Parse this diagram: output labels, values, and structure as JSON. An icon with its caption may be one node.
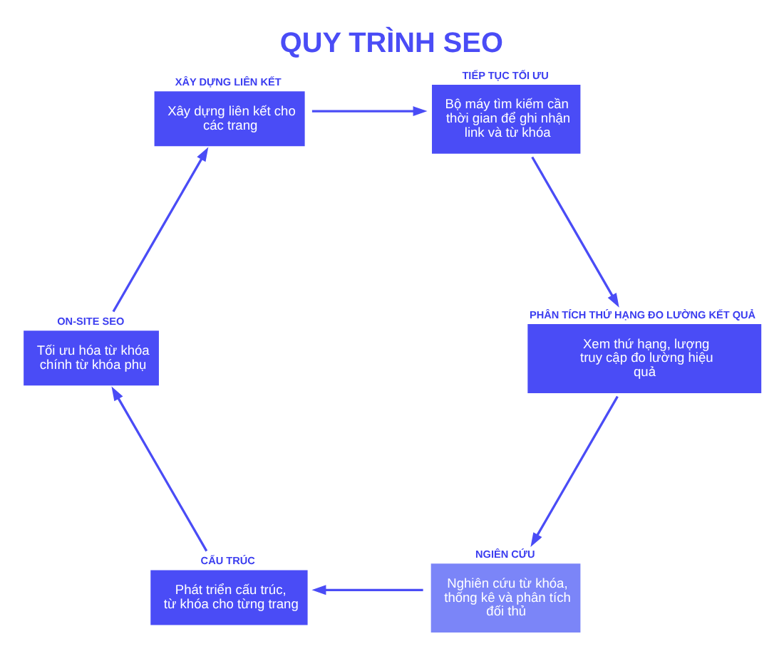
{
  "diagram": {
    "title": "QUY TRÌNH SEO",
    "nodes": [
      {
        "text": [
          "NGIÊN CỨU",
          "Nghiên cứu từ khóa, thống kê và phân tích đối thủ"
        ]
      },
      {
        "text": [
          "CẤU TRÚC",
          "Phát triển cấu trúc, từ khóa cho từng trang"
        ]
      },
      {
        "text": [
          "ON-SITE SEO",
          "Tối ưu hóa từ khóa chính từ khóa phụ"
        ]
      },
      {
        "text": [
          "XÂY DỰNG LIÊN KẾT",
          "Xây dựng liên kết cho các trang"
        ]
      },
      {
        "text": [
          "TIẾP TỤC TỐI ƯU",
          "Bộ máy tìm kiếm cần thời gian để ghi nhận link và từ khóa"
        ]
      },
      {
        "text": [
          "PHÂN TÍCH THỨ HẠNG ĐO LƯỜNG KẾT QUẢ",
          "Xem thứ hạng, lượng truy cập đo lường hiệu quả"
        ]
      }
    ],
    "edges": [
      {
        "from": 0,
        "to": 1,
        "arrow": "to"
      },
      {
        "from": 1,
        "to": 2,
        "arrow": "to"
      },
      {
        "from": 2,
        "to": 3,
        "arrow": "to"
      },
      {
        "from": 3,
        "to": 4,
        "arrow": "to"
      },
      {
        "from": 4,
        "to": 5,
        "arrow": "to"
      },
      {
        "from": 5,
        "to": 0,
        "arrow": "to"
      }
    ]
  }
}
